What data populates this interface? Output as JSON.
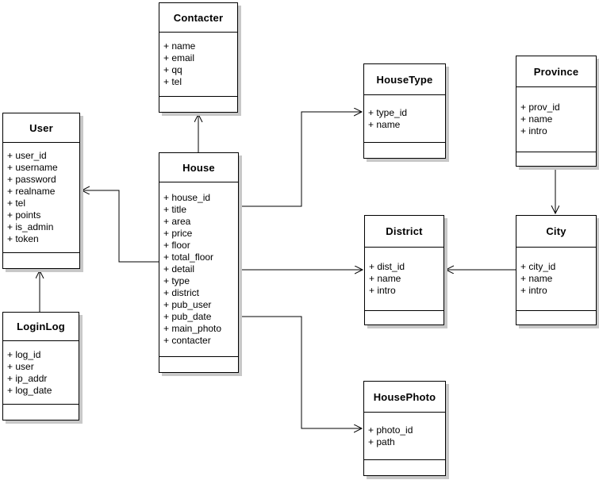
{
  "diagram": {
    "type": "uml-class-diagram",
    "colors": {
      "box_fill": "#ffffff",
      "border": "#000000",
      "shadow": "#c8c8c8",
      "background": "#ffffff"
    },
    "classes": [
      {
        "id": "contacter",
        "name": "Contacter",
        "attributes": [
          "+ name",
          "+ email",
          "+ qq",
          "+ tel"
        ],
        "methods": []
      },
      {
        "id": "user",
        "name": "User",
        "attributes": [
          "+ user_id",
          "+ username",
          "+ password",
          "+ realname",
          "+ tel",
          "+ points",
          "+ is_admin",
          "+ token"
        ],
        "methods": []
      },
      {
        "id": "house",
        "name": "House",
        "attributes": [
          "+ house_id",
          "+ title",
          "+ area",
          "+ price",
          "+ floor",
          "+ total_floor",
          "+ detail",
          "+ type",
          "+ district",
          "+ pub_user",
          "+ pub_date",
          "+ main_photo",
          "+ contacter"
        ],
        "methods": []
      },
      {
        "id": "housetype",
        "name": "HouseType",
        "attributes": [
          "+ type_id",
          "+ name"
        ],
        "methods": []
      },
      {
        "id": "province",
        "name": "Province",
        "attributes": [
          "+ prov_id",
          "+ name",
          "+ intro"
        ],
        "methods": []
      },
      {
        "id": "district",
        "name": "District",
        "attributes": [
          "+ dist_id",
          "+ name",
          "+ intro"
        ],
        "methods": []
      },
      {
        "id": "city",
        "name": "City",
        "attributes": [
          "+ city_id",
          "+ name",
          "+ intro"
        ],
        "methods": []
      },
      {
        "id": "loginlog",
        "name": "LoginLog",
        "attributes": [
          "+ log_id",
          "+ user",
          "+ ip_addr",
          "+ log_date"
        ],
        "methods": []
      },
      {
        "id": "housephoto",
        "name": "HousePhoto",
        "attributes": [
          "+ photo_id",
          "+ path"
        ],
        "methods": []
      }
    ],
    "relations": [
      {
        "from": "House",
        "to": "Contacter",
        "arrow": "open"
      },
      {
        "from": "House",
        "to": "User",
        "arrow": "open"
      },
      {
        "from": "House",
        "to": "HouseType",
        "arrow": "open"
      },
      {
        "from": "House",
        "to": "District",
        "arrow": "open"
      },
      {
        "from": "House",
        "to": "HousePhoto",
        "arrow": "open"
      },
      {
        "from": "LoginLog",
        "to": "User",
        "arrow": "open"
      },
      {
        "from": "Province",
        "to": "City",
        "arrow": "open"
      },
      {
        "from": "City",
        "to": "District",
        "arrow": "open"
      }
    ]
  }
}
